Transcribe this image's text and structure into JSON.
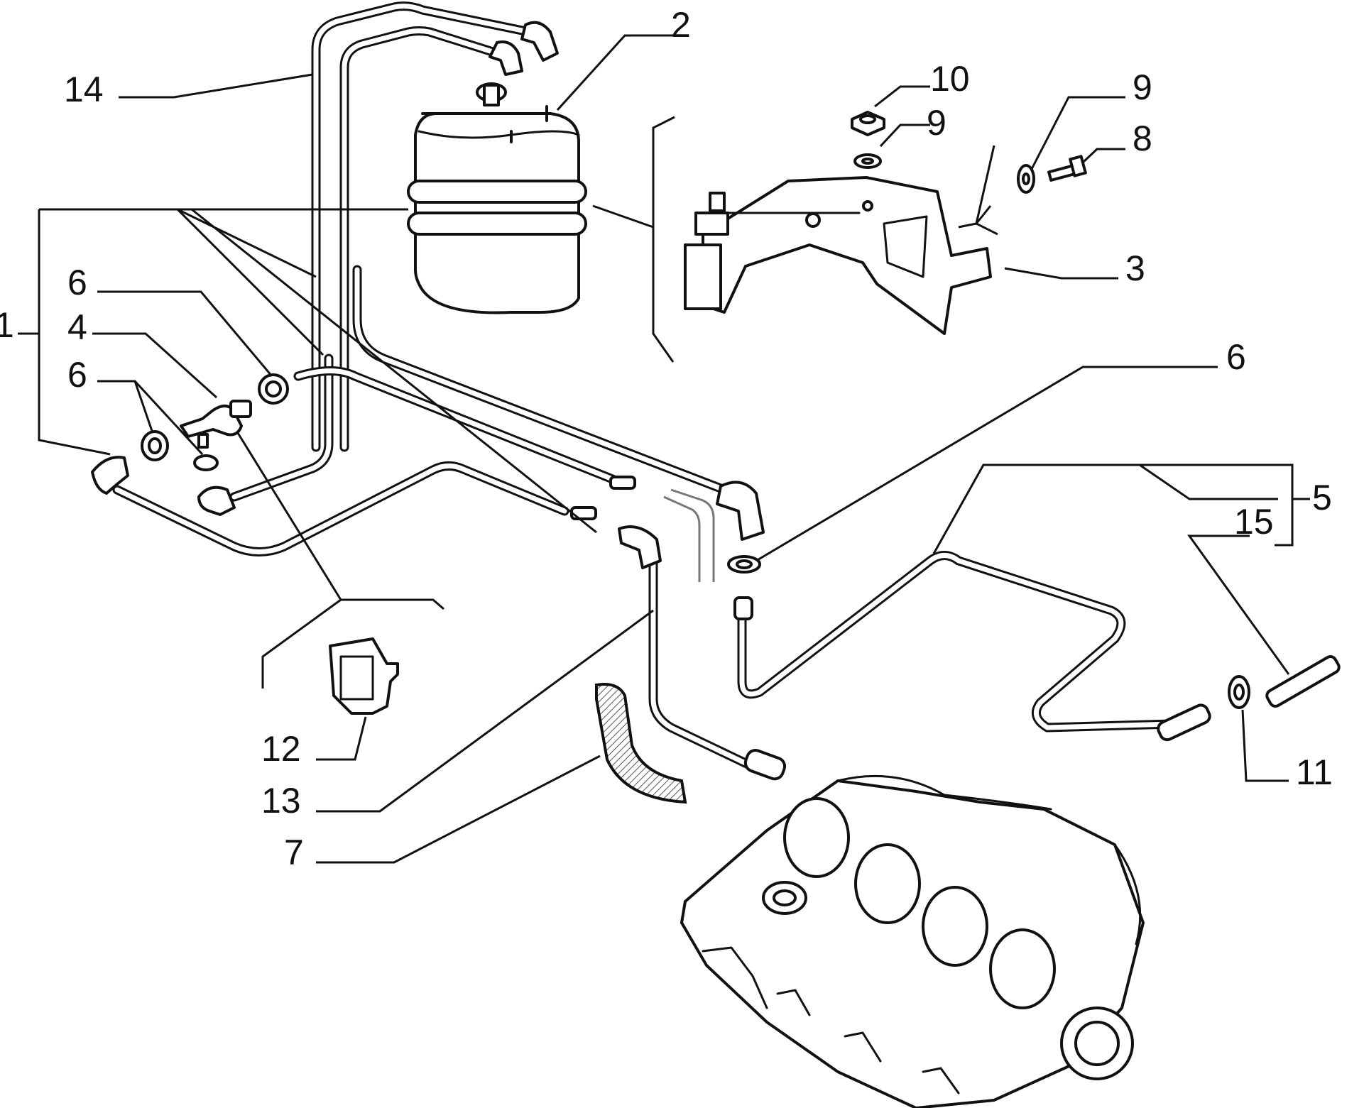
{
  "diagram": {
    "callouts": [
      {
        "id": "c14",
        "text": "14"
      },
      {
        "id": "c2",
        "text": "2"
      },
      {
        "id": "c10",
        "text": "10"
      },
      {
        "id": "c9a",
        "text": "9"
      },
      {
        "id": "c9b",
        "text": "9"
      },
      {
        "id": "c8",
        "text": "8"
      },
      {
        "id": "c3",
        "text": "3"
      },
      {
        "id": "c6a",
        "text": "6"
      },
      {
        "id": "c1",
        "text": "1"
      },
      {
        "id": "c4",
        "text": "4"
      },
      {
        "id": "c6b",
        "text": "6"
      },
      {
        "id": "c6c",
        "text": "6"
      },
      {
        "id": "c5",
        "text": "5"
      },
      {
        "id": "c15",
        "text": "15"
      },
      {
        "id": "c11",
        "text": "11"
      },
      {
        "id": "c12",
        "text": "12"
      },
      {
        "id": "c13",
        "text": "13"
      },
      {
        "id": "c7",
        "text": "7"
      }
    ],
    "colors": {
      "ink": "#111111",
      "background": "#ffffff",
      "hatch": "#555555"
    }
  }
}
